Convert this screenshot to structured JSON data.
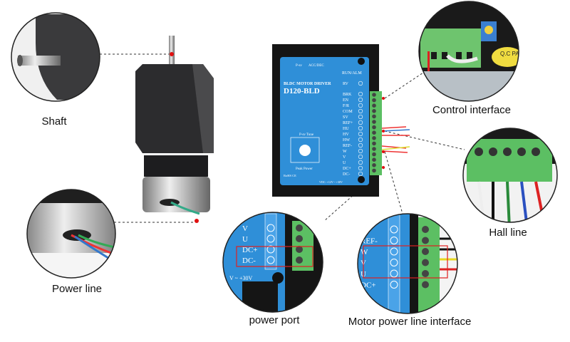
{
  "labels": {
    "shaft": "Shaft",
    "power_line": "Power line",
    "control_interface": "Control interface",
    "hall_line": "Hall line",
    "power_port": "power port",
    "motor_power_line_interface": "Motor power line interface"
  },
  "driver": {
    "top_labels": [
      "P-sv",
      "ACC/DEC"
    ],
    "run_alm": "RUN/ALM",
    "title": "BLDC MOTOR DRIVER",
    "model": "D120-BLD",
    "terminals": [
      "RV",
      "BRK",
      "EN",
      "F/R",
      "COM",
      "SV",
      "REF+",
      "HU",
      "HV",
      "HW",
      "REF-",
      "W",
      "V",
      "U",
      "DC+",
      "DC-"
    ],
    "knob_label": "P-sv Tune",
    "peak": "Peak Power",
    "rohs": "RoHS CE",
    "voltage": "VDC: +12V ~ +30V"
  },
  "power_port_zoom": {
    "terminals": [
      "V",
      "U",
      "DC+",
      "DC-"
    ],
    "voltage": "V ~ +30V"
  },
  "motor_zoom": {
    "terminals": [
      "W",
      "REF-",
      "W",
      "V",
      "U",
      "DC+"
    ]
  },
  "control_zoom": {
    "badge": "Q.C PASS"
  },
  "colors": {
    "driver_blue": "#2f8fd8",
    "terminal_green": "#5cbf63",
    "highlight": "#e02020",
    "marker": "#e01010"
  }
}
